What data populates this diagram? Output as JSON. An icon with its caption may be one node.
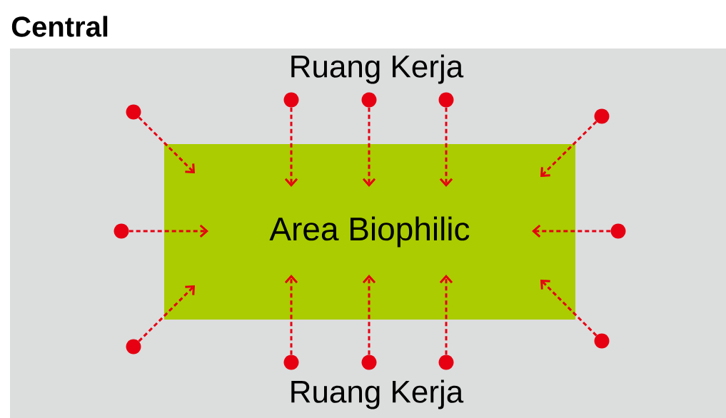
{
  "diagram": {
    "title": "Central",
    "nodes": [
      {
        "text": [
          "Ruang Kerja",
          "Ruang Kerja"
        ]
      },
      {
        "text": [
          "Area Biophilic"
        ],
        "in": 0
      },
      {
        "text": [],
        "shape": "circle",
        "in": 0
      },
      {
        "text": [],
        "shape": "circle",
        "in": 0
      },
      {
        "text": [],
        "shape": "circle",
        "in": 0
      },
      {
        "text": [],
        "shape": "circle",
        "in": 0
      },
      {
        "text": [],
        "shape": "circle",
        "in": 0
      },
      {
        "text": [],
        "shape": "circle",
        "in": 0
      },
      {
        "text": [],
        "shape": "circle",
        "in": 0
      },
      {
        "text": [],
        "shape": "circle",
        "in": 0
      },
      {
        "text": [],
        "shape": "circle",
        "in": 0
      },
      {
        "text": [],
        "shape": "circle",
        "in": 0
      },
      {
        "text": [],
        "shape": "circle",
        "in": 0
      },
      {
        "text": [],
        "shape": "circle",
        "in": 0
      }
    ],
    "edges": [
      {
        "from": 2,
        "to": 1,
        "arrow": "to",
        "style": "dashed",
        "color": "#e60012"
      },
      {
        "from": 3,
        "to": 1,
        "arrow": "to",
        "style": "dashed",
        "color": "#e60012"
      },
      {
        "from": 4,
        "to": 1,
        "arrow": "to",
        "style": "dashed",
        "color": "#e60012"
      },
      {
        "from": 5,
        "to": 1,
        "arrow": "to",
        "style": "dashed",
        "color": "#e60012"
      },
      {
        "from": 6,
        "to": 1,
        "arrow": "to",
        "style": "dashed",
        "color": "#e60012"
      },
      {
        "from": 7,
        "to": 1,
        "arrow": "to",
        "style": "dashed",
        "color": "#e60012"
      },
      {
        "from": 8,
        "to": 1,
        "arrow": "to",
        "style": "dashed",
        "color": "#e60012"
      },
      {
        "from": 9,
        "to": 1,
        "arrow": "to",
        "style": "dashed",
        "color": "#e60012"
      },
      {
        "from": 10,
        "to": 1,
        "arrow": "to",
        "style": "dashed",
        "color": "#e60012"
      },
      {
        "from": 11,
        "to": 1,
        "arrow": "to",
        "style": "dashed",
        "color": "#e60012"
      },
      {
        "from": 12,
        "to": 1,
        "arrow": "to",
        "style": "dashed",
        "color": "#e60012"
      },
      {
        "from": 13,
        "to": 1,
        "arrow": "to",
        "style": "dashed",
        "color": "#e60012"
      }
    ]
  }
}
